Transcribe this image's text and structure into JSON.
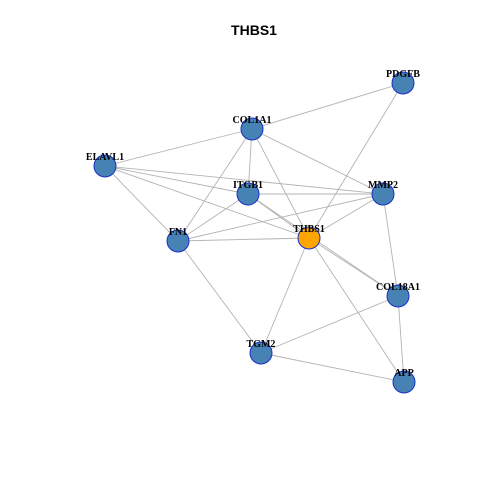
{
  "network": {
    "title": "THBS1",
    "colors": {
      "focus_node": "#FFA500",
      "other_node": "#4682B4",
      "node_border": "#1A2FC8",
      "edge": "#B3B3B3"
    },
    "nodes": [
      {
        "id": "THBS1",
        "label": "THBS1",
        "focus": true
      },
      {
        "id": "PDGFB",
        "label": "PDGFB"
      },
      {
        "id": "COL1A1",
        "label": "COL1A1"
      },
      {
        "id": "ELAVL1",
        "label": "ELAVL1"
      },
      {
        "id": "ITGB1",
        "label": "ITGB1"
      },
      {
        "id": "MMP2",
        "label": "MMP2"
      },
      {
        "id": "FN1",
        "label": "FN1"
      },
      {
        "id": "COL18A1",
        "label": "COL18A1"
      },
      {
        "id": "TGM2",
        "label": "TGM2"
      },
      {
        "id": "APP",
        "label": "APP"
      }
    ],
    "edges": [
      [
        "PDGFB",
        "COL1A1"
      ],
      [
        "PDGFB",
        "THBS1"
      ],
      [
        "COL1A1",
        "ELAVL1"
      ],
      [
        "COL1A1",
        "ITGB1"
      ],
      [
        "COL1A1",
        "FN1"
      ],
      [
        "COL1A1",
        "THBS1"
      ],
      [
        "COL1A1",
        "MMP2"
      ],
      [
        "ELAVL1",
        "FN1"
      ],
      [
        "ELAVL1",
        "ITGB1"
      ],
      [
        "ELAVL1",
        "MMP2"
      ],
      [
        "ELAVL1",
        "THBS1"
      ],
      [
        "ITGB1",
        "FN1"
      ],
      [
        "ITGB1",
        "MMP2"
      ],
      [
        "ITGB1",
        "THBS1"
      ],
      [
        "FN1",
        "MMP2"
      ],
      [
        "FN1",
        "THBS1"
      ],
      [
        "FN1",
        "TGM2"
      ],
      [
        "MMP2",
        "THBS1"
      ],
      [
        "MMP2",
        "COL18A1"
      ],
      [
        "THBS1",
        "COL18A1"
      ],
      [
        "THBS1",
        "TGM2"
      ],
      [
        "THBS1",
        "APP"
      ],
      [
        "ITGB1",
        "COL18A1"
      ],
      [
        "COL18A1",
        "TGM2"
      ],
      [
        "COL18A1",
        "APP"
      ],
      [
        "TGM2",
        "APP"
      ]
    ]
  }
}
